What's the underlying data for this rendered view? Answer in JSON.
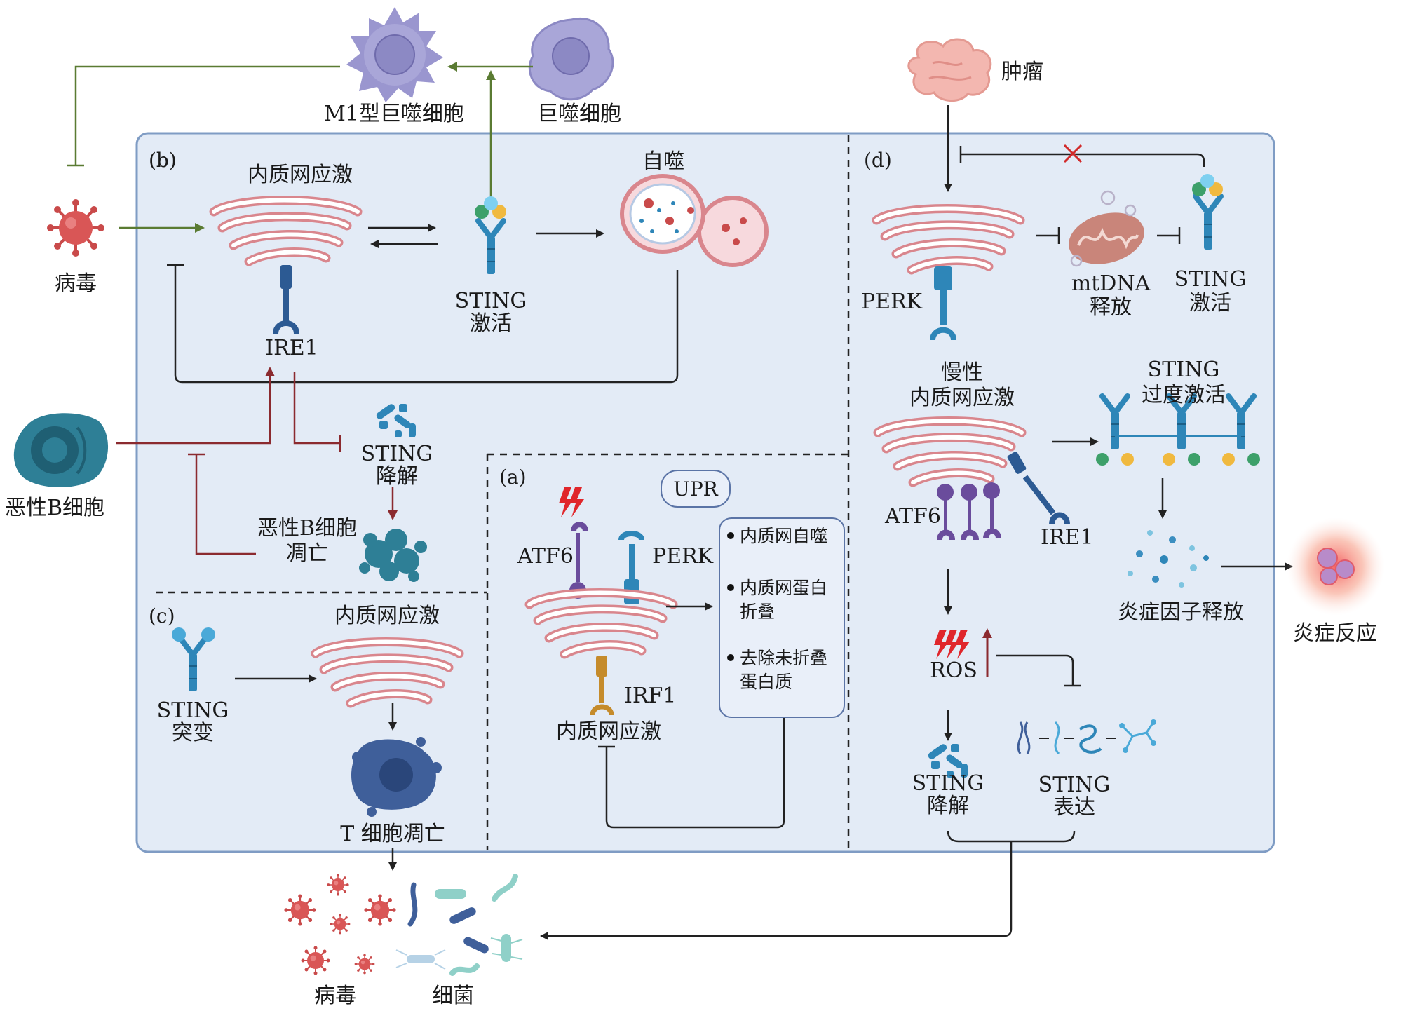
{
  "panels": {
    "a": "(a)",
    "b": "(b)",
    "c": "(c)",
    "d": "(d)"
  },
  "top": {
    "m1_macrophage": "M1型巨噬细胞",
    "macrophage": "巨噬细胞",
    "virus": "病毒",
    "tumor": "肿瘤"
  },
  "panel_b": {
    "er_stress": "内质网应激",
    "ire1": "IRE1",
    "sting_activation": [
      "STING",
      "激活"
    ],
    "autophagy": "自噬",
    "sting_degradation": [
      "STING",
      "降解"
    ],
    "malignant_b_cell": "恶性B细胞",
    "malignant_b_apoptosis": [
      "恶性B细胞",
      "凋亡"
    ]
  },
  "panel_c": {
    "sting_mutation": [
      "STING",
      "突变"
    ],
    "er_stress": "内质网应激",
    "t_cell_apoptosis": "T 细胞凋亡"
  },
  "panel_a": {
    "upr": "UPR",
    "atf6": "ATF6",
    "perk": "PERK",
    "irf1": "IRF1",
    "er_stress": "内质网应激",
    "outcomes": [
      [
        "内质网自噬"
      ],
      [
        "内质网蛋白",
        "折叠"
      ],
      [
        "去除未折叠",
        "蛋白质"
      ]
    ]
  },
  "panel_d": {
    "perk": "PERK",
    "mtdna_release": [
      "mtDNA",
      "释放"
    ],
    "sting_activation": [
      "STING",
      "激活"
    ],
    "chronic_er_stress": [
      "慢性",
      "内质网应激"
    ],
    "sting_overactivation": [
      "STING",
      "过度激活"
    ],
    "atf6": "ATF6",
    "ire1": "IRE1",
    "inflammatory_factor_release": "炎症因子释放",
    "inflammatory_response": "炎症反应",
    "ros": "ROS",
    "sting_degradation": [
      "STING",
      "降解"
    ],
    "sting_expression": [
      "STING",
      "表达"
    ]
  },
  "bottom": {
    "virus": "病毒",
    "bacteria": "细菌"
  },
  "colors": {
    "panel_fill": "#e3ebf6",
    "panel_border": "#7f9cc4",
    "green_arrow": "#5a7b32",
    "red_arrow": "#8b2a2f",
    "er_outline": "#d9868d",
    "sting_blue": "#2e86b8"
  }
}
